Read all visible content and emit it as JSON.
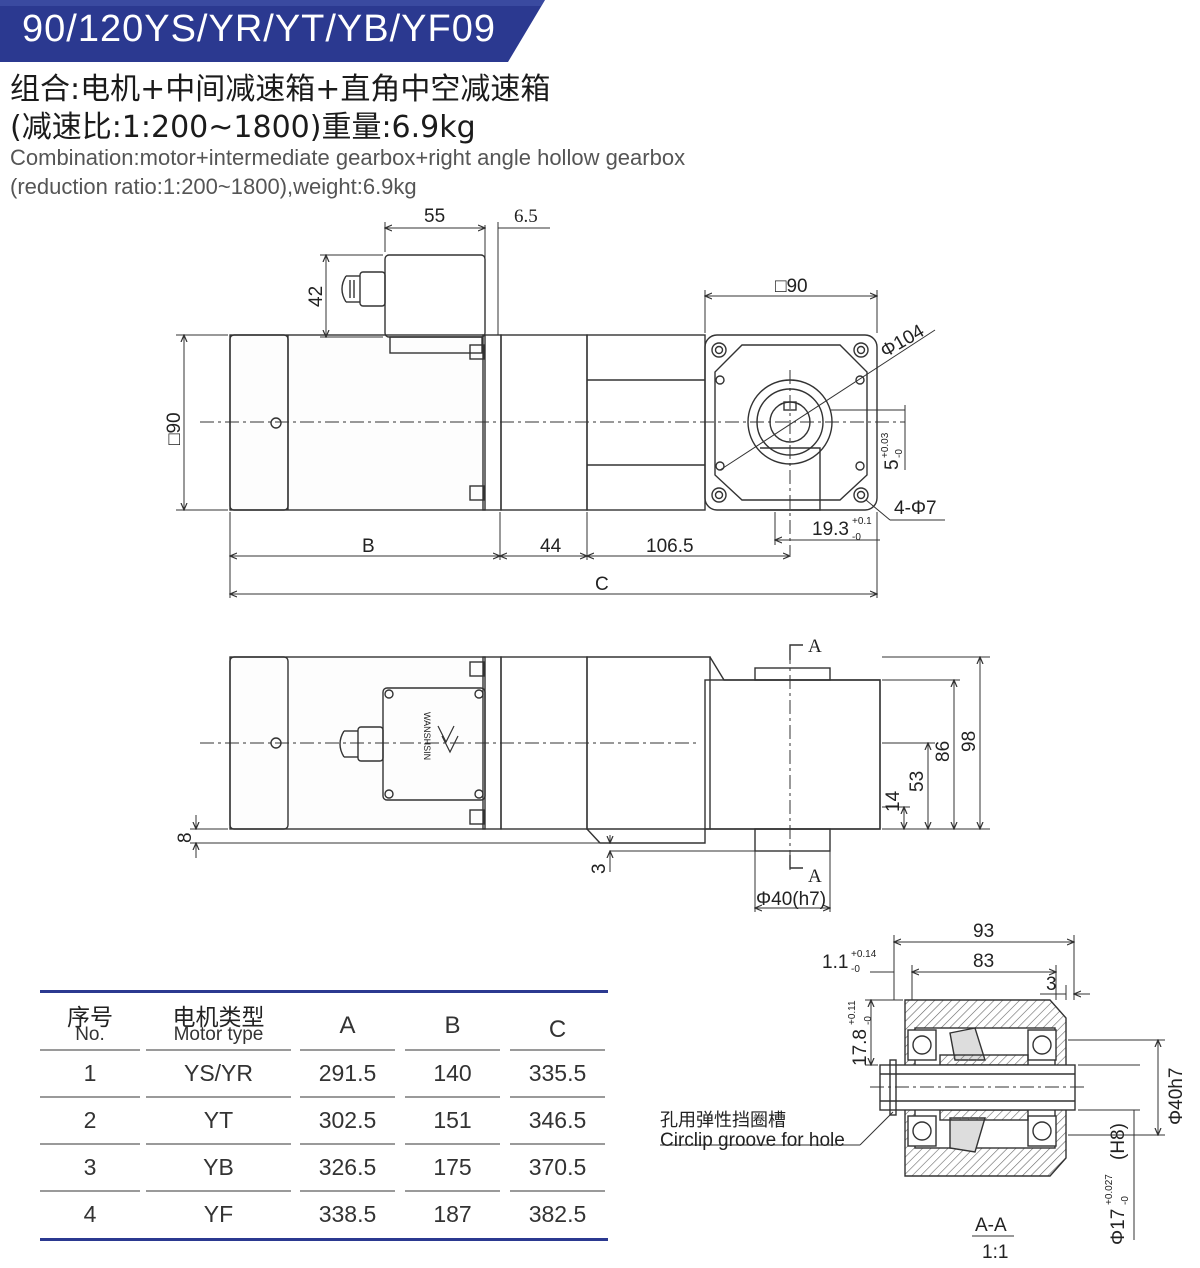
{
  "header": {
    "model": "90/120YS/YR/YT/YB/YF09",
    "banner_color": "#2b3990",
    "cn_line1": "组合:电机+中间减速箱+直角中空减速箱",
    "cn_line2": "(减速比:1:200~1800)重量:6.9kg",
    "en_line1": "Combination:motor+intermediate gearbox+right angle hollow gearbox",
    "en_line2": "(reduction ratio:1:200~1800),weight:6.9kg"
  },
  "drawing": {
    "top_view": {
      "dim_55": "55",
      "dim_6_5": "6.5",
      "dim_42": "42",
      "dim_sq90_left": "□90",
      "dim_sq90_top": "□90",
      "dim_phi104": "Φ104",
      "dim_5": "5",
      "dim_5_tol_up": "+0.03",
      "dim_5_tol_low": "-0",
      "dim_4phi7": "4-Φ7",
      "dim_19_3": "19.3",
      "dim_19_3_tol_up": "+0.1",
      "dim_19_3_tol_low": "-0",
      "dim_B": "B",
      "dim_44": "44",
      "dim_106_5": "106.5",
      "dim_C": "C"
    },
    "side_view": {
      "section_A_top": "A",
      "section_A_bottom": "A",
      "dim_98": "98",
      "dim_86": "86",
      "dim_53": "53",
      "dim_14": "14",
      "dim_8": "8",
      "dim_3": "3",
      "dim_phi40h7": "Φ40(h7)",
      "box_brand": "WANSHSIN"
    },
    "section_view": {
      "dim_93": "93",
      "dim_83": "83",
      "dim_3": "3",
      "dim_1_1": "1.1",
      "dim_1_1_tol_up": "+0.14",
      "dim_1_1_tol_low": "-0",
      "dim_17_8": "17.8",
      "dim_17_8_tol_up": "+0.11",
      "dim_17_8_tol_low": "-0",
      "dim_phi40h7": "Φ40h7",
      "dim_phi17": "Φ17",
      "dim_phi17_tol_up": "+0.027",
      "dim_phi17_tol_low": "-0",
      "dim_h8": "(H8)",
      "circlip_cn": "孔用弹性挡圈槽",
      "circlip_en": "Circlip groove for hole",
      "section_title": "A-A",
      "scale": "1:1"
    }
  },
  "table": {
    "headers": {
      "no_cn": "序号",
      "no_en": "No.",
      "type_cn": "电机类型",
      "type_en": "Motor type",
      "col_a": "A",
      "col_b": "B",
      "col_c": "C"
    },
    "rows": [
      {
        "no": "1",
        "type": "YS/YR",
        "a": "291.5",
        "b": "140",
        "c": "335.5"
      },
      {
        "no": "2",
        "type": "YT",
        "a": "302.5",
        "b": "151",
        "c": "346.5"
      },
      {
        "no": "3",
        "type": "YB",
        "a": "326.5",
        "b": "175",
        "c": "370.5"
      },
      {
        "no": "4",
        "type": "YF",
        "a": "338.5",
        "b": "187",
        "c": "382.5"
      }
    ],
    "rule_color": "#2b3990"
  }
}
